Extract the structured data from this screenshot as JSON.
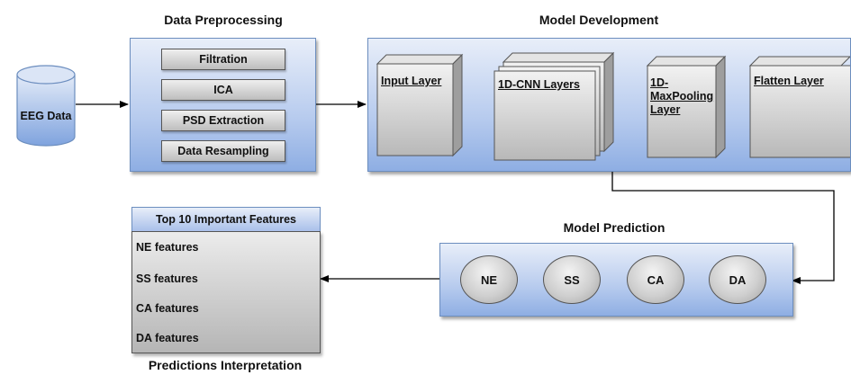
{
  "eeg_data": {
    "label": "EEG Data"
  },
  "preprocessing": {
    "title": "Data Preprocessing",
    "steps": [
      "Filtration",
      "ICA",
      "PSD Extraction",
      "Data Resampling"
    ]
  },
  "model_development": {
    "title": "Model Development",
    "layers": [
      "Input Layer",
      "1D-CNN Layers",
      "1D-\nMaxPooling\nLayer",
      "Flatten Layer"
    ]
  },
  "model_prediction": {
    "title": "Model Prediction",
    "classes": [
      "NE",
      "SS",
      "CA",
      "DA"
    ]
  },
  "interpretation": {
    "header": "Top 10 Important Features",
    "features": [
      "NE features",
      "SS features",
      "CA features",
      "DA features"
    ],
    "caption": "Predictions Interpretation"
  },
  "colors": {
    "panel_blue": "#b7cbee",
    "panel_border": "#6c8ebf",
    "cube_gray": "#cccccc",
    "arrow": "#000000"
  }
}
